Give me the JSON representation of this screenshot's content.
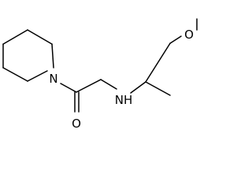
{
  "molecule": {
    "atoms": {
      "nitrogen_ring": "N",
      "oxygen_carbonyl": "O",
      "nitrogen_amine": "NH",
      "oxygen_ether": "O"
    }
  }
}
